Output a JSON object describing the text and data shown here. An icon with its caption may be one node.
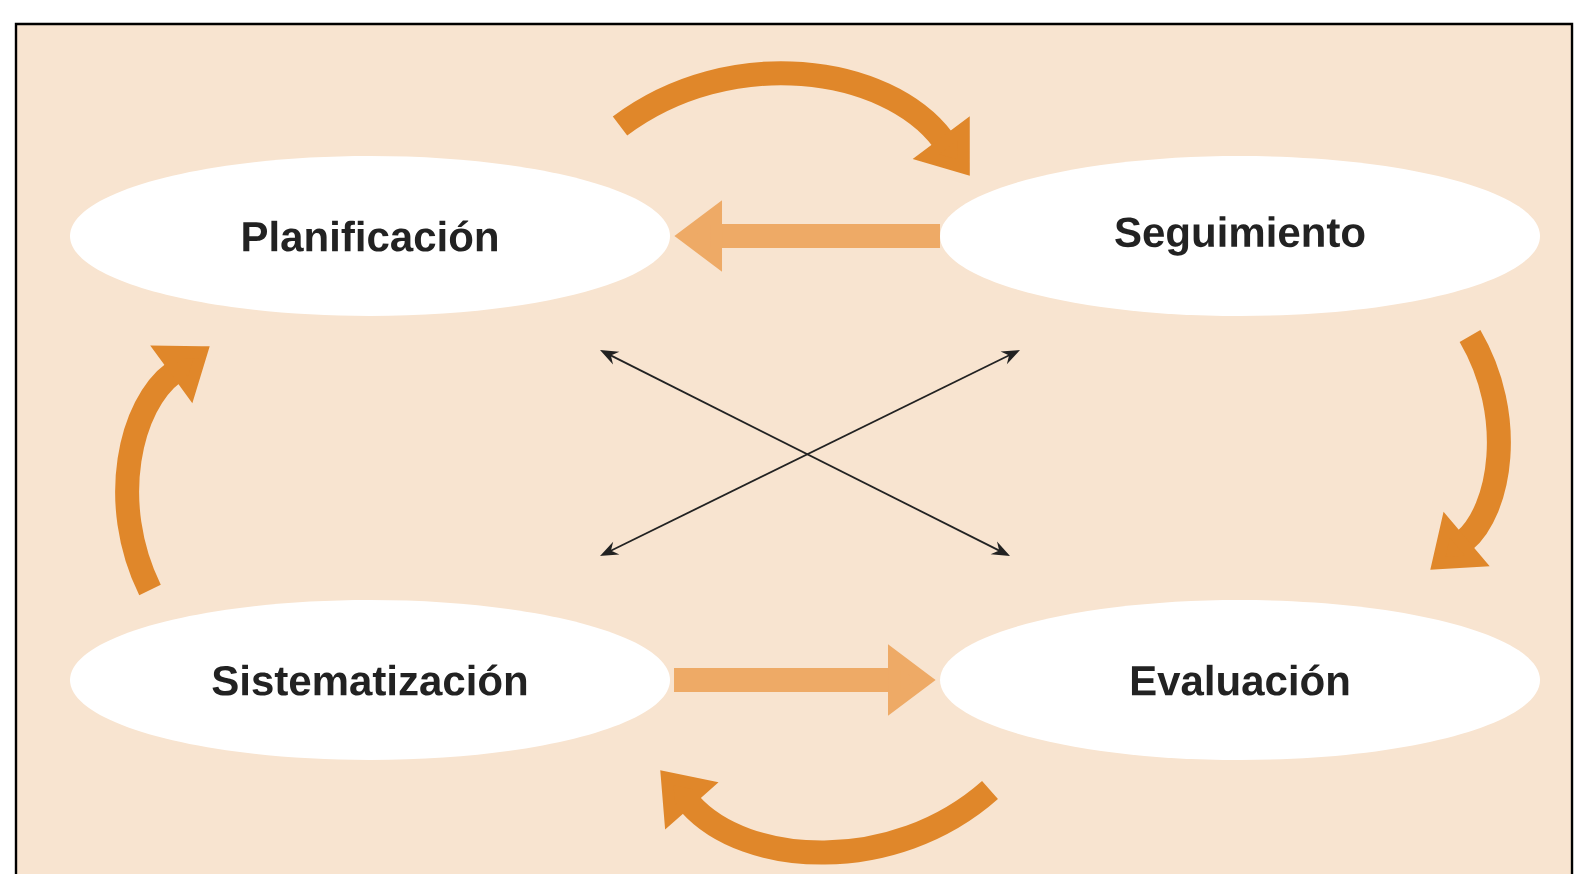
{
  "diagram": {
    "nodes": [
      {
        "text": [
          "Planificación"
        ]
      },
      {
        "text": [
          "Seguimiento"
        ]
      },
      {
        "text": [
          "Sistematización"
        ]
      },
      {
        "text": [
          "Evaluación"
        ]
      }
    ],
    "edges": [
      {
        "from": 0,
        "to": 1,
        "arrow": "to",
        "color": "#e0872a"
      },
      {
        "from": 1,
        "to": 0,
        "arrow": "to",
        "color": "#eeaa66"
      },
      {
        "from": 1,
        "to": 3,
        "arrow": "to",
        "color": "#e0872a"
      },
      {
        "from": 3,
        "to": 2,
        "arrow": "to",
        "color": "#e0872a"
      },
      {
        "from": 2,
        "to": 3,
        "arrow": "to",
        "color": "#eeaa66"
      },
      {
        "from": 2,
        "to": 0,
        "arrow": "to",
        "color": "#e0872a"
      },
      {
        "from": 0,
        "to": 3,
        "arrow": "both",
        "color": "#222222"
      },
      {
        "from": 1,
        "to": 2,
        "arrow": "both",
        "color": "#222222"
      }
    ]
  }
}
